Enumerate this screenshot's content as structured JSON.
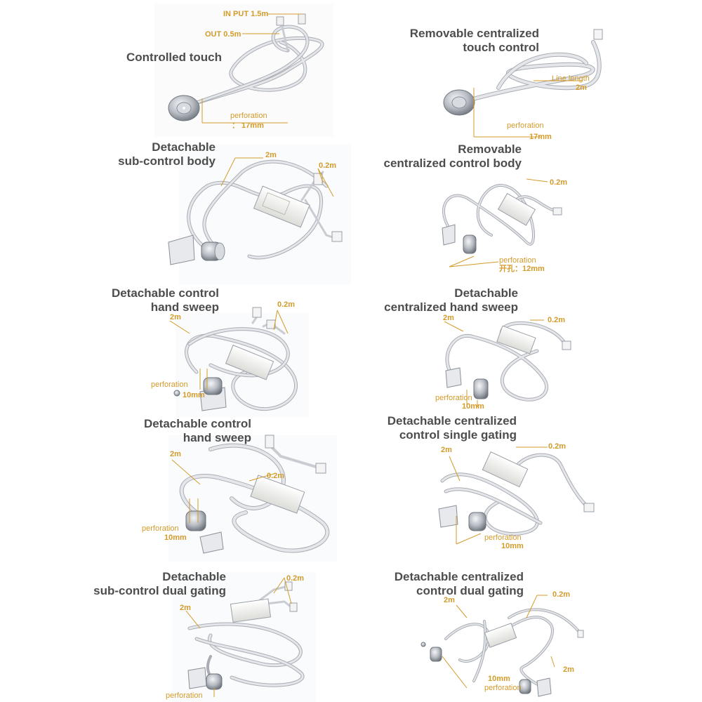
{
  "colors": {
    "title": "#4d4d4d",
    "annotation": "#d39b2a",
    "cable": "#e4e6ea",
    "cable_edge": "#a9adb4",
    "metal": "#b7bcc3",
    "metal_dark": "#6f757d",
    "box": "#f3f3f1",
    "plate_bg": "#f6f7f9"
  },
  "panels": [
    {
      "title": "Controlled touch",
      "labels": {
        "input": "IN PUT 1.5m",
        "output": "OUT 0.5m",
        "perforation": "perforation",
        "size": "：  17mm"
      }
    },
    {
      "title": "Removable centralized\ntouch control",
      "labels": {
        "line_length": "Line length",
        "length_value": "2m",
        "perforation": "perforation",
        "size": "17mm"
      }
    },
    {
      "title": "Detachable\nsub-control body",
      "labels": {
        "main": "2m",
        "branch": "0.2m"
      }
    },
    {
      "title": "Removable\ncentralized control body",
      "labels": {
        "branch": "0.2m",
        "perforation": "perforation",
        "size": "开孔：12mm"
      }
    },
    {
      "title": "Detachable control\nhand sweep",
      "labels": {
        "main": "2m",
        "branch": "0.2m",
        "perforation": "perforation",
        "size": "10mm"
      }
    },
    {
      "title": "Detachable\ncentralized hand sweep",
      "labels": {
        "main": "2m",
        "branch": "0.2m",
        "perforation": "perforation",
        "size": "10mm"
      }
    },
    {
      "title": "Detachable control\nhand sweep",
      "labels": {
        "main": "2m",
        "branch": "0.2m",
        "perforation": "perforation",
        "size": "10mm"
      }
    },
    {
      "title": "Detachable centralized\ncontrol single gating",
      "labels": {
        "main": "2m",
        "branch": "0.2m",
        "perforation": "perforation",
        "size": "10mm"
      }
    },
    {
      "title": "Detachable\nsub-control dual gating",
      "labels": {
        "main": "2m",
        "branch": "0.2m",
        "perforation": "perforation"
      }
    },
    {
      "title": "Detachable centralized\ncontrol dual gating",
      "labels": {
        "main_a": "2m",
        "branch": "0.2m",
        "main_b": "2m",
        "size": "10mm",
        "perforation": "perforation"
      }
    }
  ]
}
